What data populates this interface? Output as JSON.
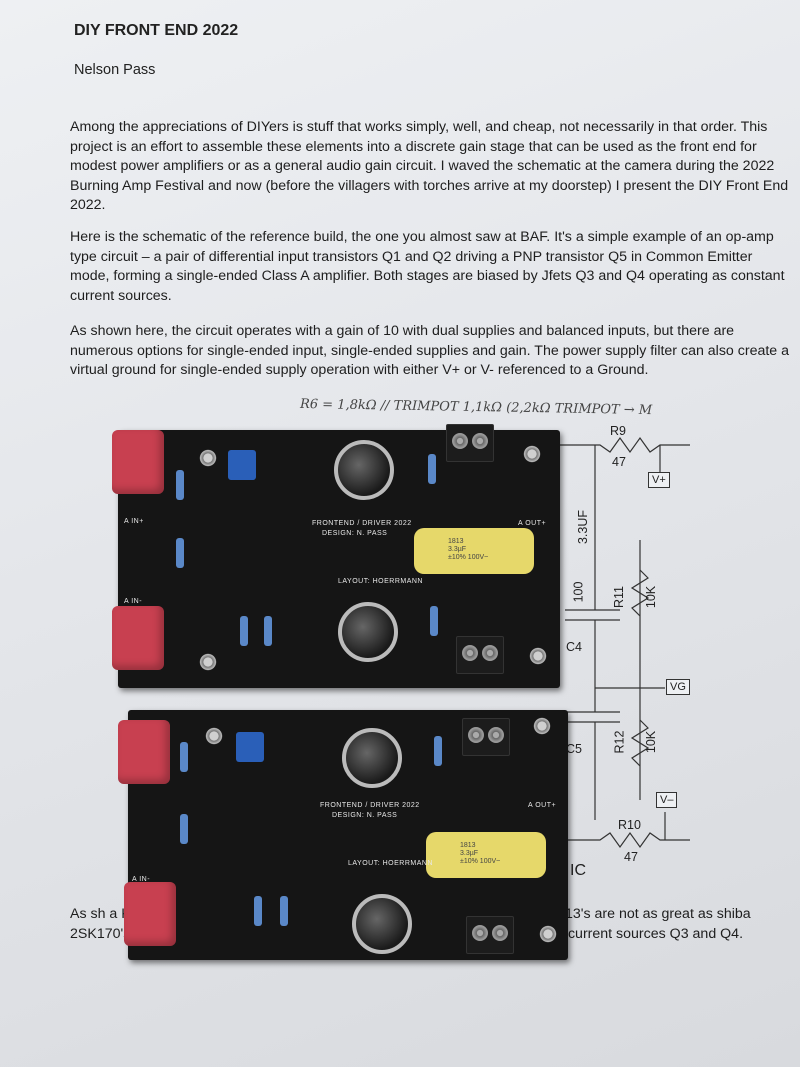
{
  "document": {
    "title": "DIY FRONT END 2022",
    "author": "Nelson Pass",
    "paragraph1": "Among the appreciations of DIYers is stuff that works simply, well, and cheap, not necessarily in that order.  This project is an effort to assemble these elements into a discrete gain stage that can be used as the front end for modest power amplifiers or as a general audio gain circuit.  I waved the schematic at the camera during the 2022 Burning Amp Festival and now (before the villagers with torches arrive at my doorstep) I present the DIY Front End 2022.",
    "paragraph2": "Here is the schematic of the reference build, the one you almost saw at BAF.  It's a simple example of an op-amp type circuit – a pair of differential input transistors Q1 and Q2 driving a PNP transistor Q5 in Common Emitter mode, forming a single-ended Class A amplifier.  Both stages are biased by Jfets Q3 and Q4 operating as constant current sources.",
    "paragraph3": "As shown here, the circuit operates with a gain of 10 with dual supplies and balanced inputs, but there are numerous options for single-ended input, single-ended supplies and gain.  The power supply filter can also create a virtual ground for single-ended supply operation with either V+ or V- referenced to a Ground.",
    "paragraph4": "As sh                                                                             a KSA992 Bipolar transistor. The K                                                                         nance (no compromise there) and th     13's are not as great as       shiba 2SK170's (at maybe 20 times the price) but this is not an issue for the constant current sources Q3 and Q4."
  },
  "handwriting": "R6 = 1,8kΩ // TRIMPOT 1,1kΩ  (2,2kΩ TRIMPOT → M",
  "board": {
    "title": "FRONTEND / DRIVER 2022",
    "design": "DESIGN: N. PASS",
    "layout": "LAYOUT: HOERRMANN",
    "in_label": "A IN+",
    "out_label": "A OUT+",
    "in2_label": "A IN-",
    "cap_text": "1813\n3.3µF\n±10% 100V~"
  },
  "schematic": {
    "r9": "R9",
    "r9_val": "47",
    "vplus": "V+",
    "cap_val": "3.3UF",
    "r11": "R11",
    "r11_val": "10K",
    "c4": "C4",
    "c_val": "100",
    "vg": "VG",
    "c5": "C5",
    "r12": "R12",
    "r12_val": "10K",
    "vminus": "V–",
    "r10": "R10",
    "r10_val": "47",
    "ic": "IC"
  },
  "colors": {
    "paper": "#eceef1",
    "pcb": "#151515",
    "film_cap": "#c84050",
    "yellow_cap": "#e6d86a",
    "trimpot": "#2a5fb8"
  }
}
